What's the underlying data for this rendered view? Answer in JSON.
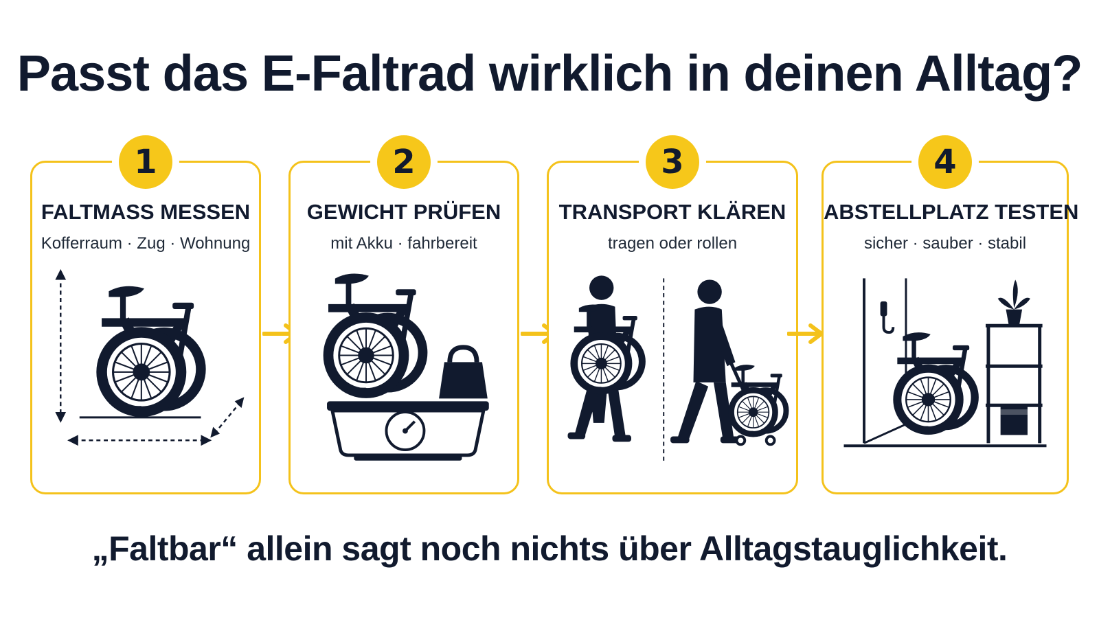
{
  "title": "Passt das E-Faltrad wirklich in deinen Alltag?",
  "steps": [
    {
      "number": "1",
      "title": "FALTMASS MESSEN",
      "subtitle": "Kofferraum · Zug · Wohnung",
      "icon": "folded-bike-dimensions-icon"
    },
    {
      "number": "2",
      "title": "GEWICHT PRÜFEN",
      "subtitle": "mit Akku · fahrbereit",
      "icon": "bike-on-scale-icon"
    },
    {
      "number": "3",
      "title": "TRANSPORT KLÄREN",
      "subtitle": "tragen oder rollen",
      "icon": "carry-or-roll-icon"
    },
    {
      "number": "4",
      "title": "ABSTELLPLATZ TESTEN",
      "subtitle": "sicher · sauber · stabil",
      "icon": "storage-spot-icon"
    }
  ],
  "footer": "„Faltbar“ allein sagt noch nichts über Alltagstauglichkeit.",
  "colors": {
    "accent": "#f6c71a",
    "border": "#f4c21b",
    "ink": "#111a2e",
    "arrow": "#f4c21b"
  }
}
